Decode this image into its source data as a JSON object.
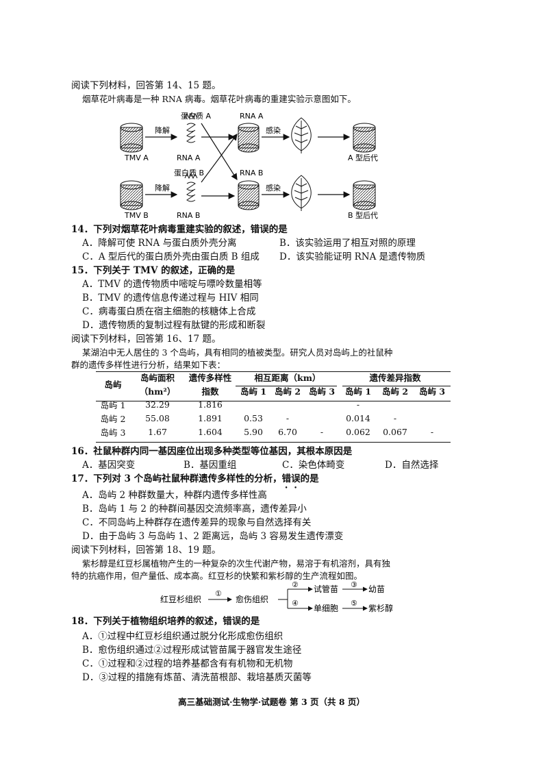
{
  "intro_14_15": "阅读下列材料，回答第 14、15 题。",
  "material_14_15": "烟草花叶病毒是一种 RNA 病毒。烟草花叶病毒的重建实验示意图如下。",
  "diagram": {
    "degrade": "降解",
    "infect": "感染",
    "protein_a": "蛋白质 A",
    "protein_b": "蛋白质 B",
    "rna_a": "RNA A",
    "rna_b": "RNA B",
    "tmv_a": "TMV A",
    "tmv_b": "TMV B",
    "offspring_a": "A 型后代",
    "offspring_b": "B 型后代"
  },
  "q14": {
    "stem": "14．下列对烟草花叶病毒重建实验的叙述，错误的是",
    "A": "A．降解可使 RNA 与蛋白质外壳分离",
    "B": "B．该实验运用了相互对照的原理",
    "C": "C．A 型后代的蛋白质外壳由蛋白质 B 组成",
    "D": "D．该实验能证明 RNA 是遗传物质"
  },
  "q15": {
    "stem": "15．下列关于 TMV 的叙述，正确的是",
    "A": "A．TMV 的遗传物质中嘧啶与嘌呤数量相等",
    "B": "B．TMV 的遗传信息传递过程与 HIV 相同",
    "C": "C．病毒蛋白质在宿主细胞的核糖体上合成",
    "D": "D．遗传物质的复制过程有肽键的形成和断裂"
  },
  "intro_16_17": "阅读下列材料，回答第 16、17 题。",
  "material_16_17_l1": "某湖泊中无人居住的 3 个岛屿，具有相同的植被类型。研究人员对岛屿上的社鼠种",
  "material_16_17_l2": "群的遗传多样性进行分析，结果如下表：",
  "table": {
    "h_island": "岛屿",
    "h_area_l1": "岛屿面积",
    "h_area_l2": "（hm²）",
    "h_div_l1": "遗传多样性",
    "h_div_l2": "指数",
    "h_dist": "相互距离（km）",
    "h_diff": "遗传差异指数",
    "sub": [
      "岛屿 1",
      "岛屿 2",
      "岛屿 3",
      "岛屿 1",
      "岛屿 2",
      "岛屿 3"
    ],
    "rows": [
      {
        "name": "岛屿 1",
        "area": "32.29",
        "div": "1.816",
        "d1": "",
        "d2": "",
        "d3": "",
        "g1": "-",
        "g2": "",
        "g3": ""
      },
      {
        "name": "岛屿 2",
        "area": "55.08",
        "div": "1.891",
        "d1": "0.53",
        "d2": "-",
        "d3": "",
        "g1": "0.014",
        "g2": "-",
        "g3": ""
      },
      {
        "name": "岛屿 3",
        "area": "1.67",
        "div": "1.604",
        "d1": "5.90",
        "d2": "6.70",
        "d3": "-",
        "g1": "0.062",
        "g2": "0.067",
        "g3": "-"
      }
    ]
  },
  "q16": {
    "stem": "16．社鼠种群内同一基因座位出现多种类型等位基因，其根本原因是",
    "A": "A．基因突变",
    "B": "B．基因重组",
    "C": "C．染色体畸变",
    "D": "D．自然选择"
  },
  "q17": {
    "stem_pre": "17．下列对 3 个岛屿社鼠种群遗传多样性的分析，",
    "stem_emph": "错误",
    "stem_post": "的是",
    "A": "A．岛屿 2 种群数量大，种群内遗传多样性高",
    "B": "B．岛屿 1 与 2 的种群间基因交流频率高，遗传差异小",
    "C": "C．不同岛屿上种群存在遗传差异的现象与自然选择有关",
    "D": "D．由于岛屿 3 与岛屿 1、2 距离远，岛屿 3 容易发生遗传漂变"
  },
  "intro_18_19": "阅读下列材料，回答第 18、19 题。",
  "material_18_19_l1": "紫杉醇是红豆杉属植物产生的一种复杂的次生代谢产物，易溶于有机溶剂，具有独",
  "material_18_19_l2": "特的抗癌作用，但产量低、成本高。红豆杉的快繁和紫杉醇的生产流程如图。",
  "flow": {
    "tissue": "红豆杉组织",
    "callus": "愈伤组织",
    "tube_seedling": "试管苗",
    "seedling": "幼苗",
    "single_cell": "单细胞",
    "taxol": "紫杉醇",
    "s1": "①",
    "s2": "②",
    "s3": "③",
    "s4": "④",
    "s5": "⑤"
  },
  "q18": {
    "stem": "18．下列关于植物组织培养的叙述，错误的是",
    "A": "A．①过程中红豆杉组织通过脱分化形成愈伤组织",
    "B": "B．愈伤组织通过②过程形成试管苗属于器官发生途径",
    "C": "C．①过程和②过程的培养基都含有有机物和无机物",
    "D": "D．③过程的措施有炼苗、清洗苗根部、栽培基质灭菌等"
  },
  "footer": "高三基础测试·生物学·试题卷 第 3 页（共 8 页）"
}
